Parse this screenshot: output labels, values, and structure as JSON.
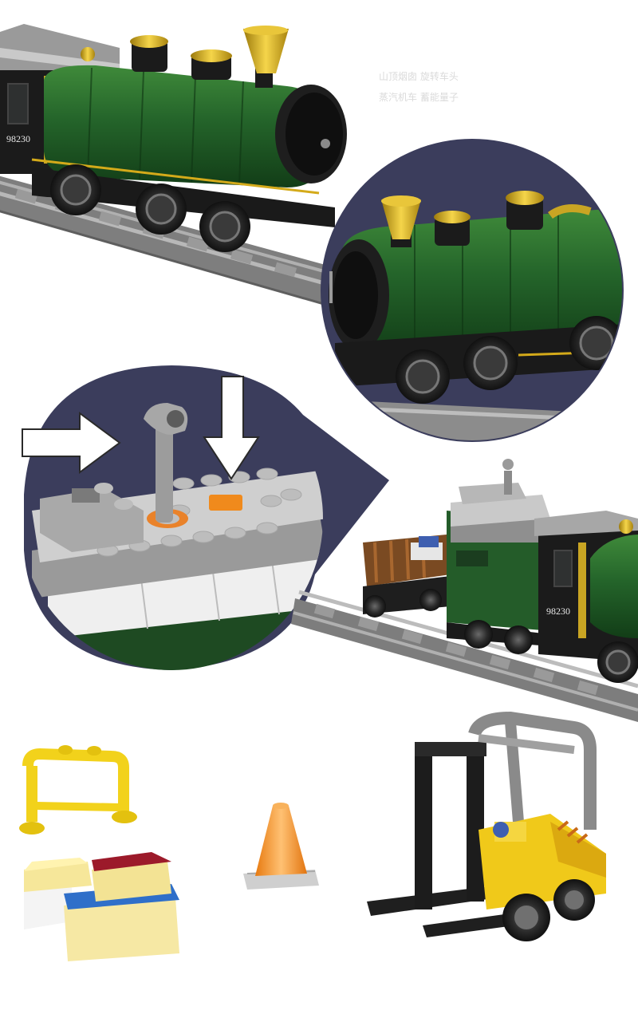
{
  "locomotive": {
    "number_upper": "98230",
    "number_lower": "98230"
  },
  "faint_caption": {
    "line1": "山顶烟囱   旋转车头",
    "line2": "蒸汽机车   蓄能量子"
  },
  "colors": {
    "loco_green": "#1f5a24",
    "loco_dark": "#15401a",
    "track_gray": "#8f8f8f",
    "bubble_navy": "#3b3d5c",
    "brick_yellow": "#f2d21b",
    "cone_orange": "#f08a1c",
    "accent_gold": "#d4aa1a"
  },
  "icons": [
    "right-arrow-icon",
    "down-arrow-icon"
  ]
}
